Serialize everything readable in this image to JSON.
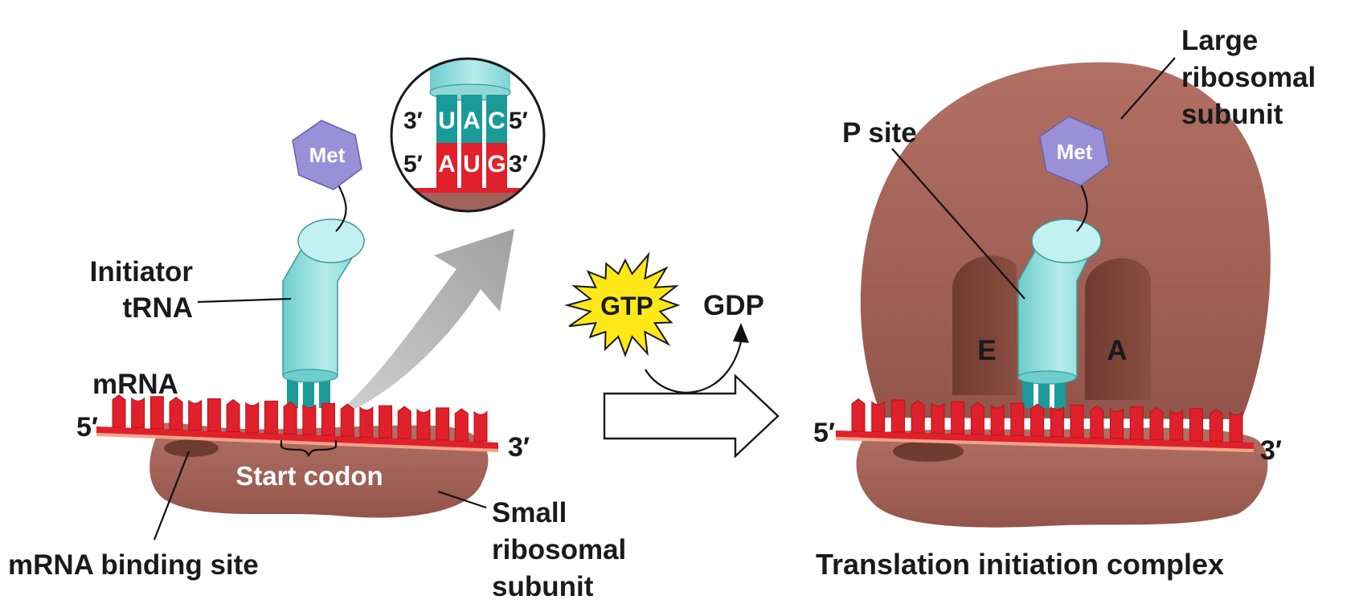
{
  "left_panel": {
    "met_label": "Met",
    "initiator_trna_line1": "Initiator",
    "initiator_trna_line2": "tRNA",
    "mrna_label": "mRNA",
    "five_prime": "5′",
    "three_prime": "3′",
    "start_codon": "Start codon",
    "mrna_binding_site": "mRNA binding site",
    "small_subunit_line1": "Small",
    "small_subunit_line2": "ribosomal",
    "small_subunit_line3": "subunit"
  },
  "inset": {
    "anticodon": [
      "U",
      "A",
      "C"
    ],
    "codon": [
      "A",
      "U",
      "G"
    ],
    "top_left_end": "3′",
    "top_right_end": "5′",
    "bottom_left_end": "5′",
    "bottom_right_end": "3′"
  },
  "middle": {
    "gtp": "GTP",
    "gdp": "GDP"
  },
  "right_panel": {
    "met_label": "Met",
    "p_site": "P site",
    "large_subunit_line1": "Large",
    "large_subunit_line2": "ribosomal",
    "large_subunit_line3": "subunit",
    "e_site": "E",
    "a_site": "A",
    "five_prime": "5′",
    "three_prime": "3′",
    "complex_title": "Translation initiation complex"
  },
  "colors": {
    "ribosome": "#a0625a",
    "ribosome_dark": "#7d4438",
    "trna": "#8fd8d8",
    "trna_dark": "#1b9a9a",
    "mrna": "#e0202a",
    "met": "#9a90d8",
    "gtp_star": "#ffe81a"
  }
}
